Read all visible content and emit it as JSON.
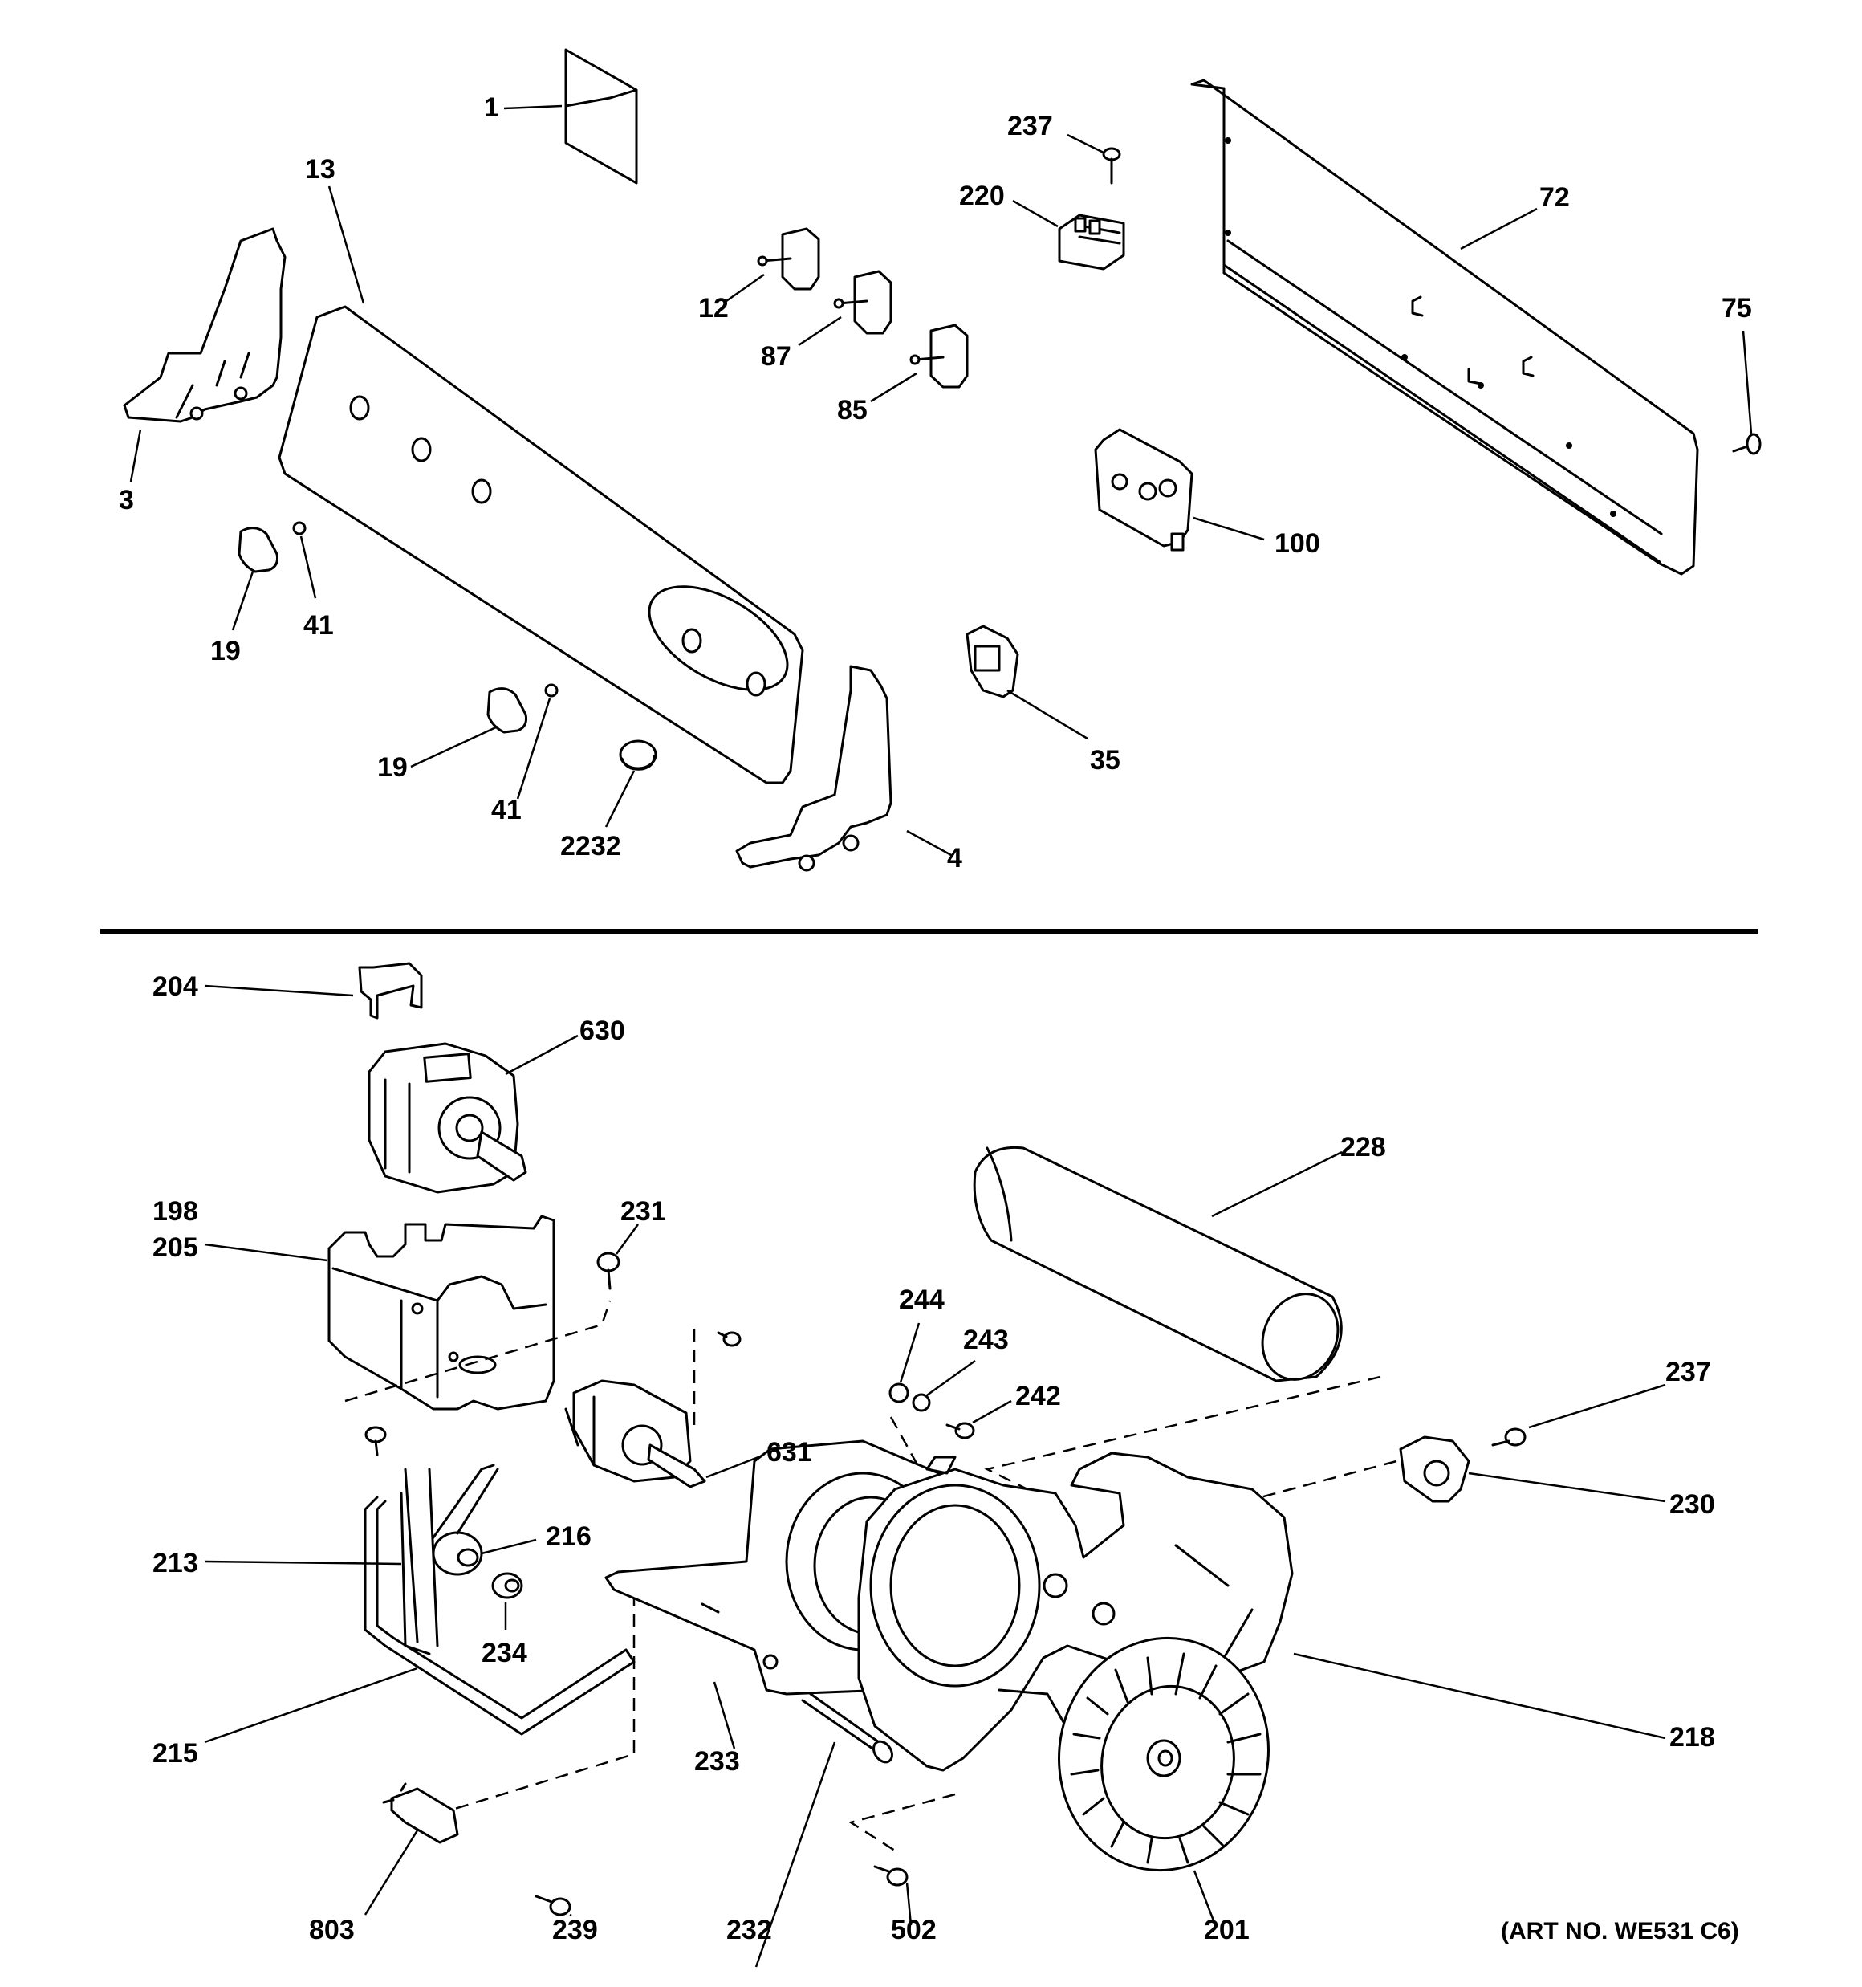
{
  "parts": {
    "p1": "1",
    "p13": "13",
    "p3": "3",
    "p19a": "19",
    "p41a": "41",
    "p19b": "19",
    "p41b": "41",
    "p2232": "2232",
    "p4": "4",
    "p237a": "237",
    "p220": "220",
    "p12": "12",
    "p87": "87",
    "p85": "85",
    "p72": "72",
    "p75": "75",
    "p100": "100",
    "p35": "35",
    "p204": "204",
    "p630": "630",
    "p198": "198",
    "p205": "205",
    "p231": "231",
    "p228": "228",
    "p244": "244",
    "p243": "243",
    "p242": "242",
    "p237b": "237",
    "p230": "230",
    "p631": "631",
    "p216": "216",
    "p213": "213",
    "p234": "234",
    "p215": "215",
    "p233": "233",
    "p218": "218",
    "p803": "803",
    "p239": "239",
    "p232": "232",
    "p502": "502",
    "p201": "201"
  },
  "art_number": "(ART NO. WE531 C6)"
}
